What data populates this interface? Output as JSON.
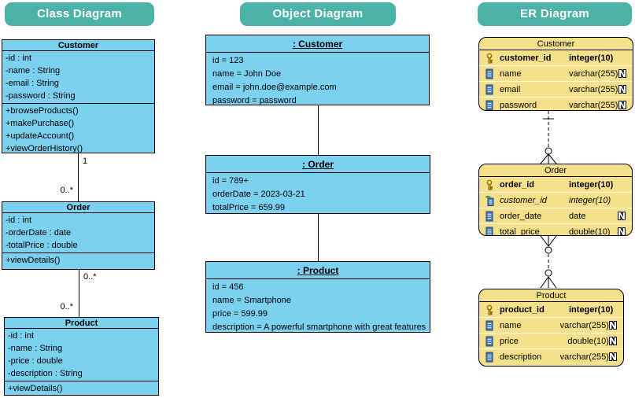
{
  "colors": {
    "banner_bg": "#4BB2A6",
    "uml_fill": "#7CD0F0",
    "er_fill": "#F5E08C",
    "border": "#000000"
  },
  "class_diagram": {
    "banner": "Class Diagram",
    "classes": [
      {
        "name": "Customer",
        "attributes": [
          "-id : int",
          "-name : String",
          "-email : String",
          "-password : String"
        ],
        "methods": [
          "+browseProducts()",
          "+makePurchase()",
          "+updateAccount()",
          "+viewOrderHistory()"
        ]
      },
      {
        "name": "Order",
        "attributes": [
          "-id : int",
          "-orderDate : date",
          "-totalPrice : double"
        ],
        "methods": [
          "+viewDetails()"
        ]
      },
      {
        "name": "Product",
        "attributes": [
          "-id : int",
          "-name : String",
          "-price : double",
          "-description : String"
        ],
        "methods": [
          "+viewDetails()"
        ]
      }
    ],
    "associations": [
      {
        "from": "Customer",
        "to": "Order",
        "source_multiplicity": "1",
        "target_multiplicity": "0..*"
      },
      {
        "from": "Order",
        "to": "Product",
        "source_multiplicity": "0..*",
        "target_multiplicity": "0..*"
      }
    ]
  },
  "object_diagram": {
    "banner": "Object Diagram",
    "objects": [
      {
        "name": ": Customer",
        "slots": [
          "id = 123",
          "name = John Doe",
          "email = john.doe@example.com",
          "password = password"
        ]
      },
      {
        "name": ": Order",
        "slots": [
          "id = 789+",
          "orderDate = 2023-03-21",
          "totalPrice = 659.99"
        ]
      },
      {
        "name": ": Product",
        "slots": [
          "id = 456",
          "name = Smartphone",
          "price = 599.99",
          "description = A powerful smartphone with great features"
        ]
      }
    ]
  },
  "er_diagram": {
    "banner": "ER Diagram",
    "nullable_icon": "N",
    "entities": [
      {
        "name": "Customer",
        "columns": [
          {
            "icon": "primary-key-icon",
            "name": "customer_id",
            "type": "integer(10)",
            "pk": true,
            "nullable": false
          },
          {
            "icon": "column-icon",
            "name": "name",
            "type": "varchar(255)",
            "nullable": true
          },
          {
            "icon": "column-icon",
            "name": "email",
            "type": "varchar(255)",
            "nullable": true
          },
          {
            "icon": "column-icon",
            "name": "password",
            "type": "varchar(255)",
            "nullable": true
          }
        ]
      },
      {
        "name": "Order",
        "columns": [
          {
            "icon": "primary-key-icon",
            "name": "order_id",
            "type": "integer(10)",
            "pk": true,
            "nullable": false
          },
          {
            "icon": "foreign-key-icon",
            "name": "customer_id",
            "type": "integer(10)",
            "fk": true,
            "nullable": false
          },
          {
            "icon": "column-icon",
            "name": "order_date",
            "type": "date",
            "nullable": true
          },
          {
            "icon": "column-icon",
            "name": "total_price",
            "type": "double(10)",
            "nullable": true
          }
        ]
      },
      {
        "name": "Product",
        "columns": [
          {
            "icon": "primary-key-icon",
            "name": "product_id",
            "type": "integer(10)",
            "pk": true,
            "nullable": false
          },
          {
            "icon": "column-icon",
            "name": "name",
            "type": "varchar(255)",
            "nullable": true
          },
          {
            "icon": "column-icon",
            "name": "price",
            "type": "double(10)",
            "nullable": true
          },
          {
            "icon": "column-icon",
            "name": "description",
            "type": "varchar(255)",
            "nullable": true
          }
        ]
      }
    ],
    "relationships": [
      {
        "from": "Customer",
        "to": "Order",
        "cardinality": "one to zero-or-many",
        "line": "dashed"
      },
      {
        "from": "Order",
        "to": "Product",
        "cardinality": "zero-or-many to zero-or-many",
        "line": "dashed"
      }
    ]
  }
}
